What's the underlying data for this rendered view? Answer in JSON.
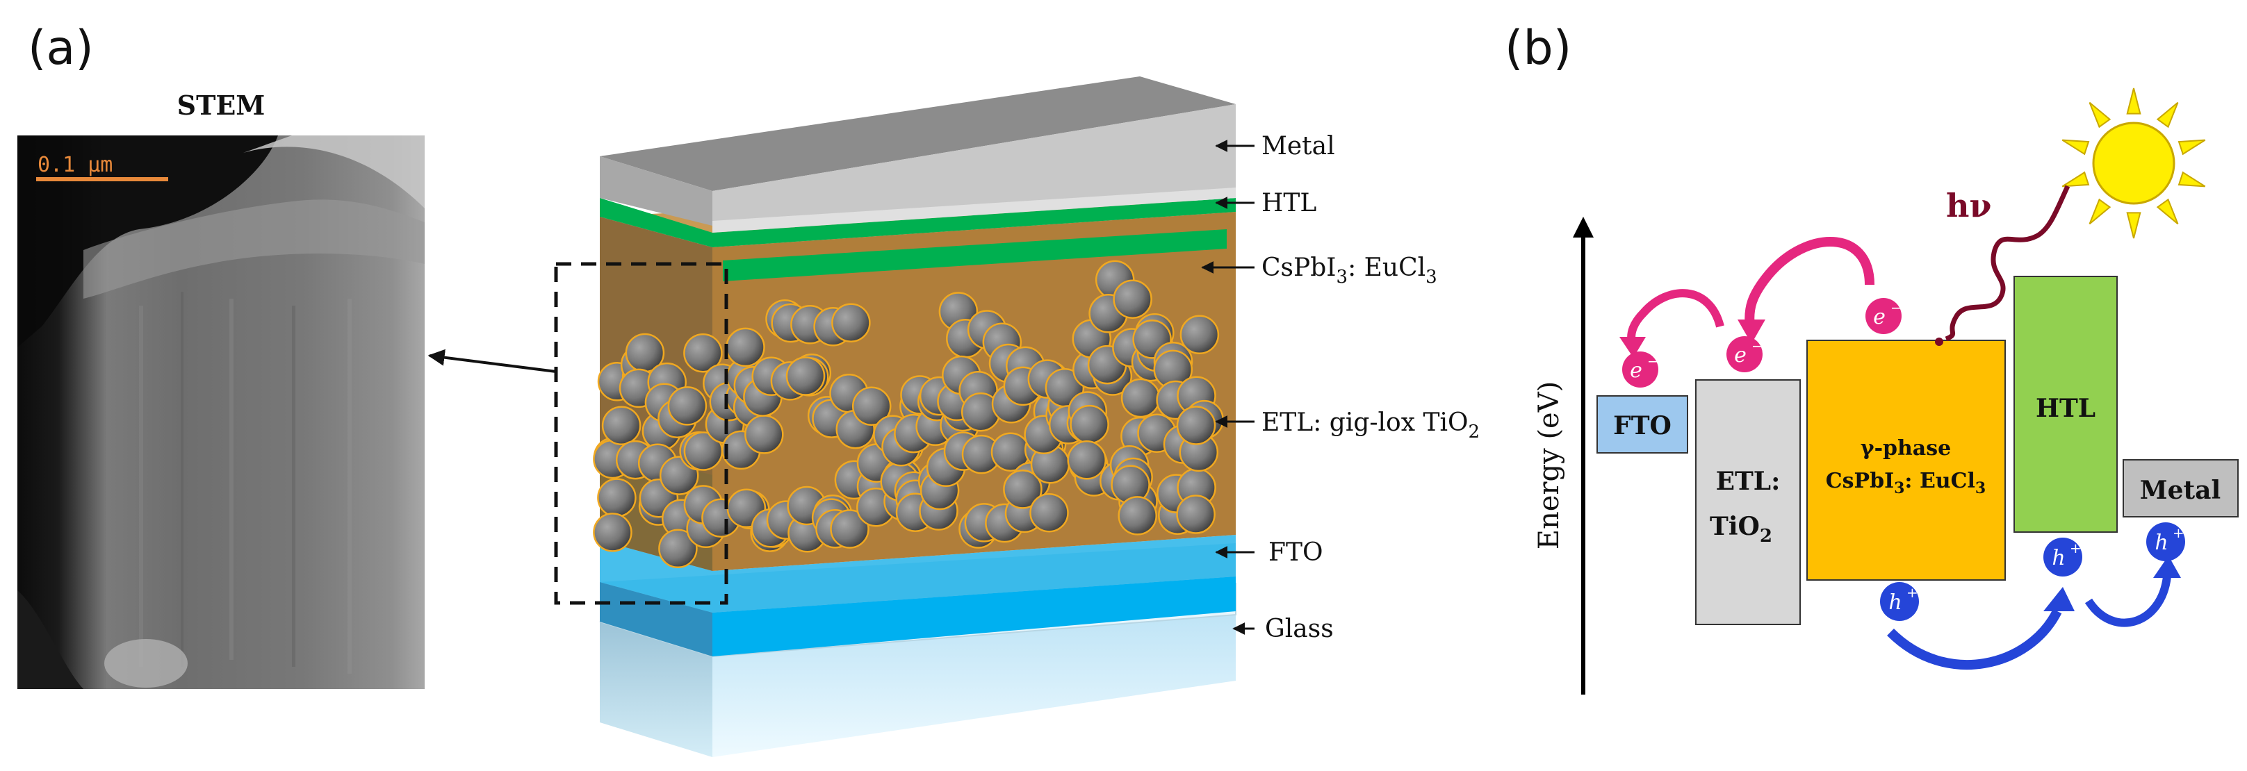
{
  "panel_a": {
    "label": "(a)",
    "stem_title": "STEM",
    "scale_bar": "0.1 μm",
    "layers": {
      "metal": "Metal",
      "htl": "HTL",
      "absorber_pre": "CsPbI",
      "absorber_sub": "3",
      "absorber_post": ": EuCl",
      "absorber_sub2": "3",
      "etl_pre": "ETL: gig-lox TiO",
      "etl_sub": "2",
      "fto": "FTO",
      "glass": "Glass"
    }
  },
  "panel_b": {
    "label": "(b)",
    "y_axis": "Energy (eV)",
    "photon": "hν",
    "fto": "FTO",
    "etl_line1": "ETL:",
    "etl_line2_pre": "TiO",
    "etl_line2_sub": "2",
    "absorber_line1": "γ-phase",
    "absorber_line2_pre": "CsPbI",
    "absorber_line2_sub": "3",
    "absorber_line2_post": ": EuCl",
    "absorber_line2_sub2": "3",
    "htl": "HTL",
    "metal": "Metal",
    "electron": "e",
    "electron_sup": "−",
    "hole": "h",
    "hole_sup": "+"
  },
  "colors": {
    "fto_box": "#9dc8ee",
    "etl_box": "#d7d7d7",
    "absorber_box": "#ffbf00",
    "htl_box": "#92d050",
    "metal_box": "#bfbfbf",
    "electron": "#e5277f",
    "hole": "#2545d8",
    "photon": "#7a0a28",
    "sun": "#ffee00"
  }
}
